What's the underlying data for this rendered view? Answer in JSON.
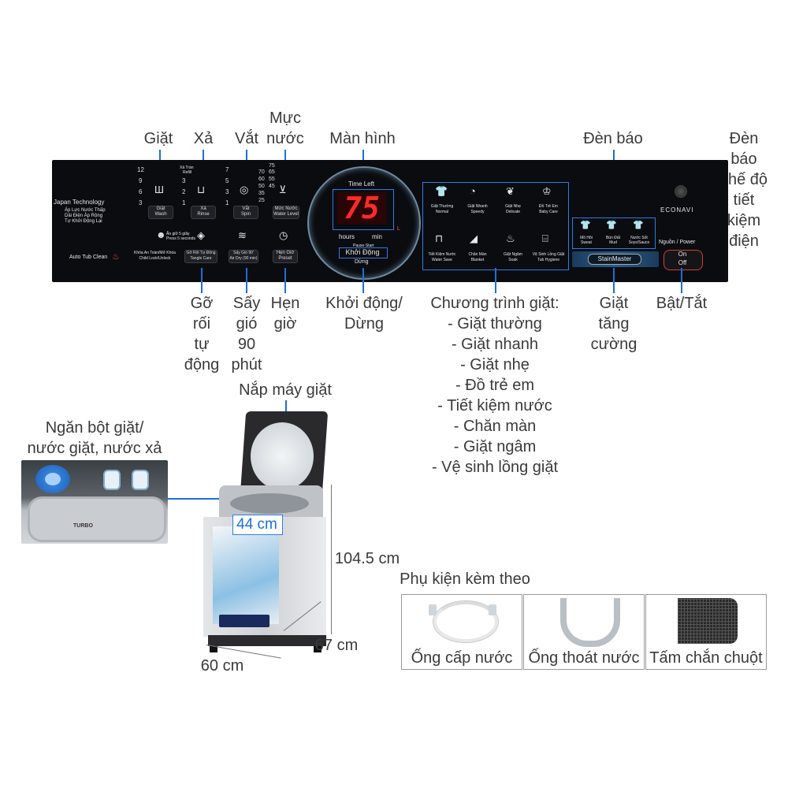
{
  "labels": {
    "wash": "Giặt",
    "rinse": "Xả",
    "spin": "Vắt",
    "water_level": "Mực\nnước",
    "screen": "Màn hình",
    "indicator": "Đèn báo",
    "econavi": "Đèn\nbáo\nchế độ\ntiết\nkiệm\nđiện",
    "tangle": "Gỡ\nrối\ntự\nđộng",
    "airdry": "Sấy\ngió\n90\nphút",
    "timer": "Hẹn\ngiờ",
    "start_stop": "Khởi động/\nDừng",
    "programs_title": "Chương trình giặt:",
    "programs": [
      "- Giặt thường",
      "- Giặt nhanh",
      "- Giặt nhẹ",
      "- Đồ trẻ em",
      "- Tiết kiệm nước",
      "- Chăn màn",
      "- Giặt ngâm",
      "- Vệ sinh lồng giặt"
    ],
    "stainmaster": "Giặt\ntăng\ncường",
    "power": "Bật/Tắt",
    "lid": "Nắp máy giặt",
    "detergent": "Ngăn bột giặt/\nnước giặt, nước xả",
    "accessories_title": "Phụ kiện kèm theo"
  },
  "dimensions": {
    "width": "60 cm",
    "depth": "67 cm",
    "height": "104.5 cm",
    "opening": "44 cm"
  },
  "accessories": [
    "Ống cấp nước",
    "Ống thoát nước",
    "Tấm chắn chuột"
  ],
  "panel": {
    "japan_tech": "Japan Technology",
    "japan_sub1": "Áp Lực Nước Thấp",
    "japan_sub2": "Dải Điện Áp Rộng",
    "japan_sub3": "Tự Khởi Động Lại",
    "auto_tub": "Auto Tub Clean",
    "wash_nums": [
      "12",
      "9",
      "6",
      "3"
    ],
    "rinse_top": "Xả Tràn",
    "rinse_top2": "Refill",
    "rinse_nums": [
      "3",
      "2",
      "1"
    ],
    "spin_nums": [
      "7",
      "5",
      "3",
      "1"
    ],
    "water_nums": [
      "75",
      "70",
      "65",
      "60",
      "55",
      "50",
      "45",
      "35",
      "25"
    ],
    "btn_wash": "Giặt\nWash",
    "btn_rinse": "Xả\nRinse",
    "btn_spin": "Vắt\nSpin",
    "btn_water": "Mức Nước\nWater Level",
    "press5": "Ấn giữ 5 giây\nPress 5 seconds",
    "child_lock": "Khóa An Toàn/Mở Khóa\nChild Lock/Unlock",
    "btn_tangle": "Gỡ Rối Tự Động\nTangle Care",
    "btn_airdry": "Sấy Gió 90'\nAir Dry (90 min)",
    "btn_timer": "Hẹn Giờ\nPreset",
    "time_left": "Time Left",
    "display_value": "75",
    "hours": "hours",
    "min": "min",
    "l_unit": "L",
    "pause_start": "Pause·Start",
    "start_vi": "Khởi Động",
    "stop_vi": "Dừng",
    "programs": [
      "Giặt Thường\nNormal",
      "Giặt Nhanh\nSpeedy",
      "Giặt Nhẹ\nDelicate",
      "Đồ Trẻ Em\nBaby Care",
      "Tiết Kiệm Nước\nWater Save",
      "Chăn Màn\nBlanket",
      "Giặt Ngâm\nSoak",
      "Vệ Sinh Lồng Giặt\nTub Hygiene"
    ],
    "stains": [
      "Mồ Hôi\nSweat",
      "Bùn Đất\nMud",
      "Nước Sốt\nSoys/Sauce"
    ],
    "stainmaster_btn": "StainMaster",
    "econavi": "ECONAVI",
    "power_label": "Nguồn / Power",
    "on": "On",
    "off": "Off",
    "turbo": "TURBO"
  },
  "colors": {
    "accent": "#1d6fd6",
    "display_red": "#ff2a2a",
    "panel": "#0b0c10"
  }
}
